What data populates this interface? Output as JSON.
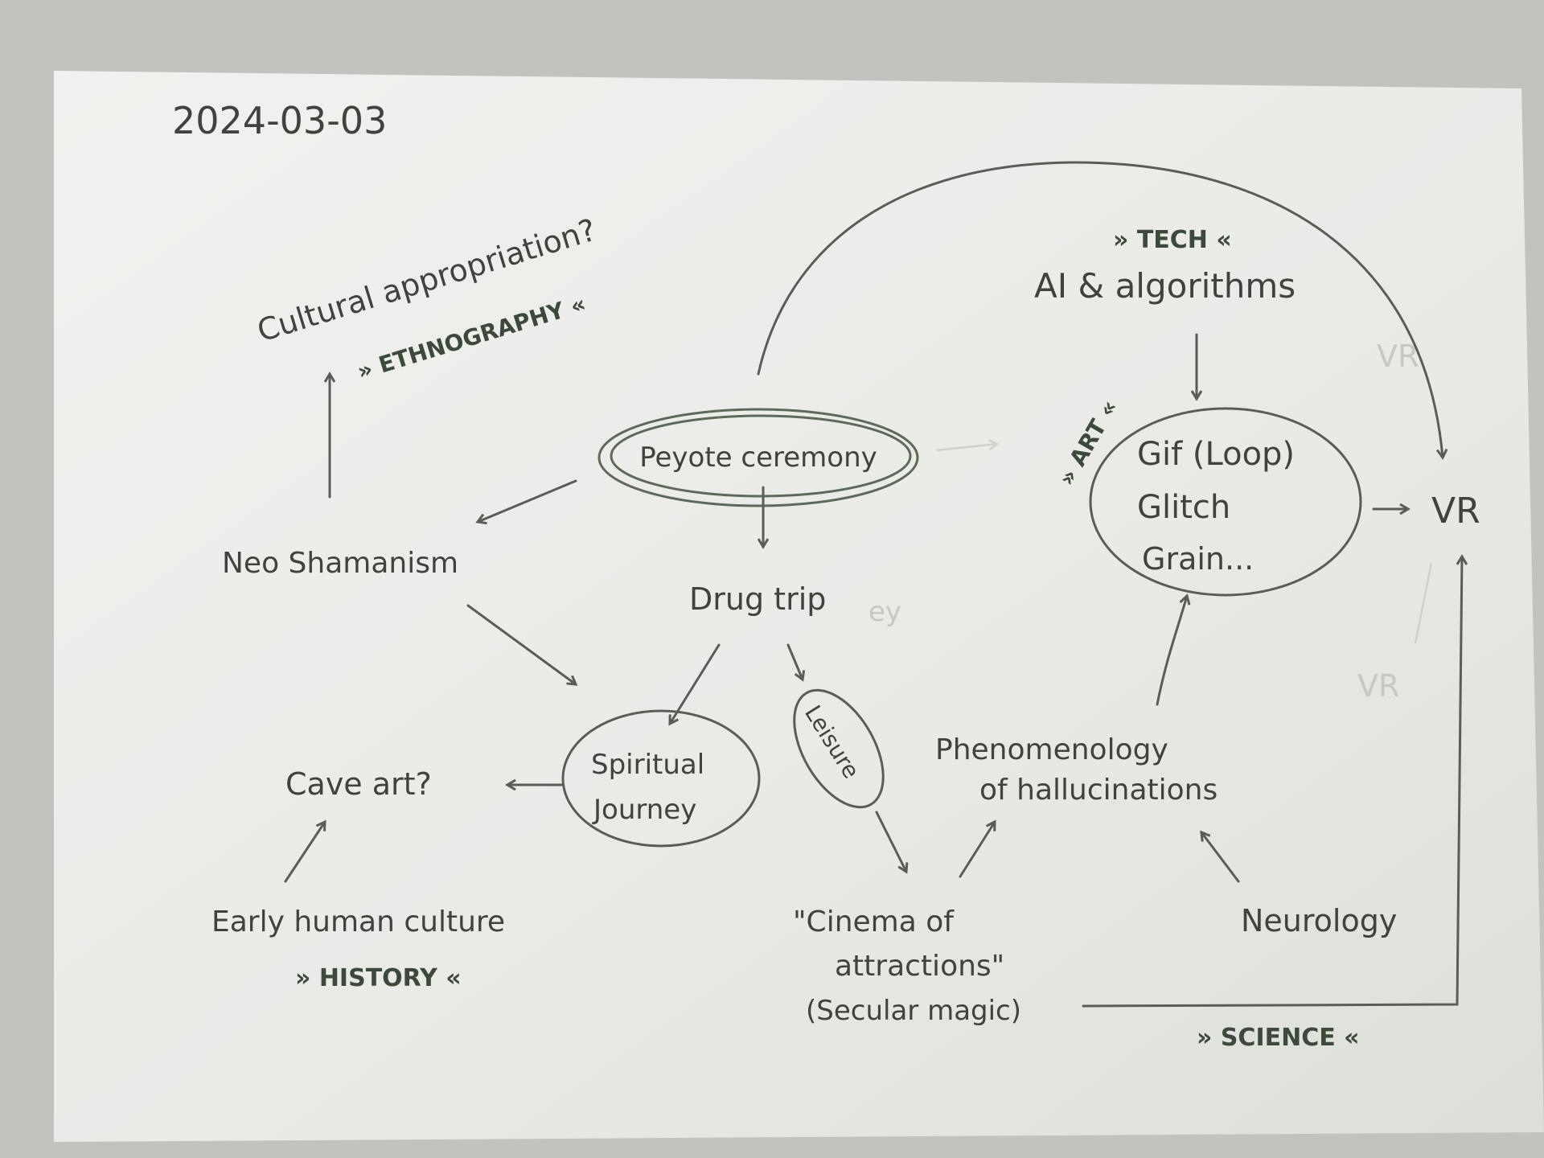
{
  "date": "2024-03-03",
  "categories": {
    "ethnography": "» ETHNOGRAPHY «",
    "tech": "» TECH «",
    "art": "» ART «",
    "history": "» HISTORY «",
    "science": "» SCIENCE «"
  },
  "nodes": {
    "cultural_appropriation": "Cultural appropriation?",
    "neo_shamanism": "Neo Shamanism",
    "peyote_ceremony": "Peyote ceremony",
    "drug_trip": "Drug trip",
    "drug_trip_faint": "ey",
    "spiritual": "Spiritual",
    "journey": "Journey",
    "leisure": "Leisure",
    "cave_art": "Cave art?",
    "early_human_culture": "Early human culture",
    "cinema_line1": "\"Cinema of",
    "cinema_line2": "attractions\"",
    "cinema_line3": "(Secular magic)",
    "phenomenology_line1": "Phenomenology",
    "phenomenology_line2": "of hallucinations",
    "neurology": "Neurology",
    "ai_algorithms": "AI & algorithms",
    "gif_loop": "Gif (Loop)",
    "glitch": "Glitch",
    "grain": "Grain...",
    "vr": "VR",
    "vr_faint_top": "VR",
    "vr_faint_bottom": "VR"
  }
}
